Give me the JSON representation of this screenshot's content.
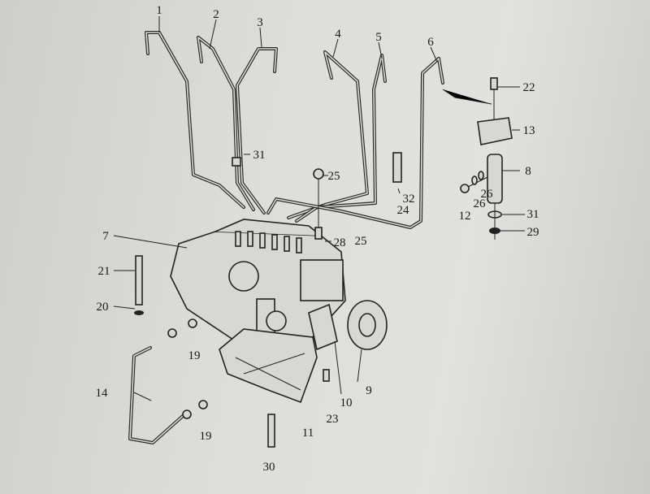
{
  "diagram": {
    "title": "Fuel injection pump and high-pressure pipes exploded view",
    "part_labels": [
      "1",
      "2",
      "3",
      "4",
      "5",
      "6",
      "22",
      "13",
      "8",
      "12",
      "26",
      "26",
      "31",
      "29",
      "25",
      "32",
      "24",
      "28",
      "25",
      "31",
      "7",
      "21",
      "20",
      "19",
      "14",
      "19",
      "30",
      "11",
      "23",
      "10",
      "9"
    ]
  }
}
